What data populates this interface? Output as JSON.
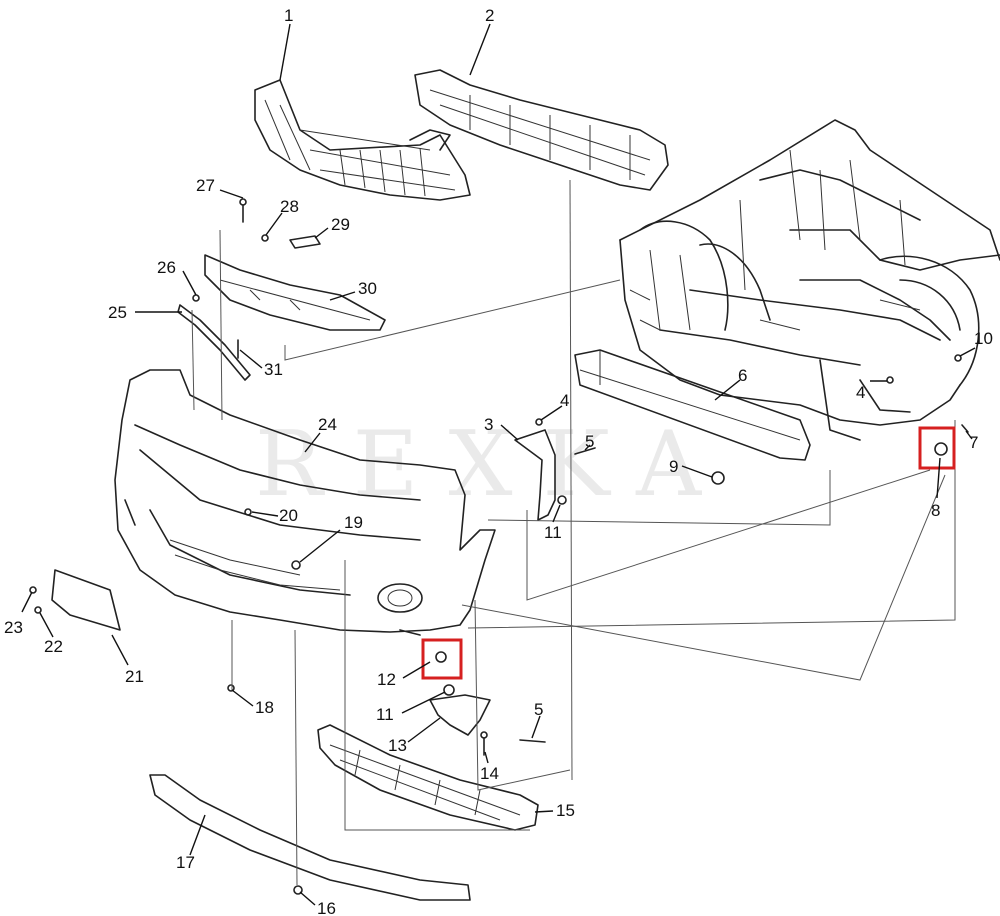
{
  "diagram": {
    "watermark": "REXKA",
    "callouts": [
      "1",
      "2",
      "3",
      "4",
      "4",
      "5",
      "5",
      "6",
      "7",
      "8",
      "9",
      "10",
      "11",
      "11",
      "12",
      "13",
      "14",
      "15",
      "16",
      "17",
      "18",
      "19",
      "20",
      "21",
      "22",
      "23",
      "24",
      "25",
      "26",
      "27",
      "28",
      "29",
      "30",
      "31"
    ],
    "highlighted_callouts": [
      "8",
      "12"
    ],
    "highlight_color": "#d62020"
  }
}
